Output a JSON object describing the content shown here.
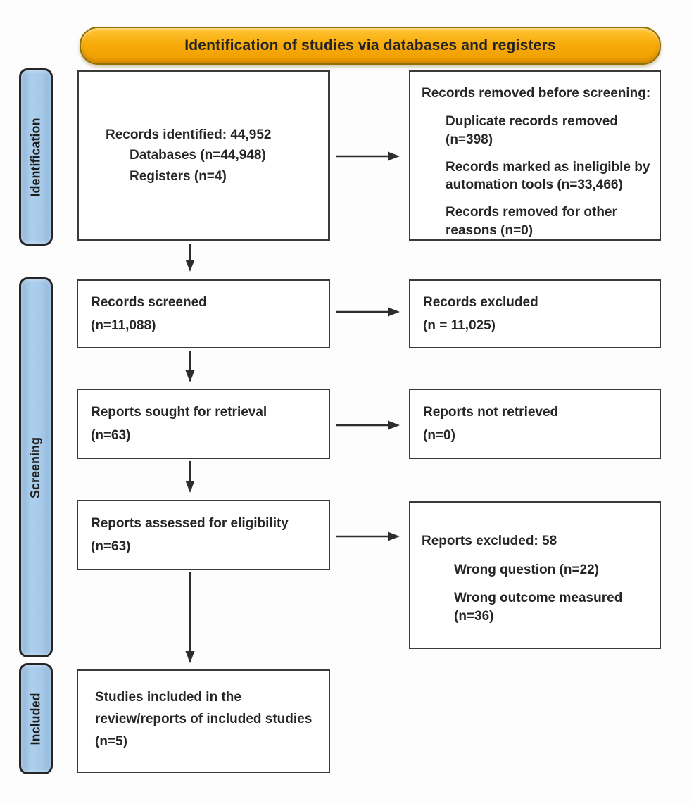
{
  "banner": {
    "title": "Identification of studies via databases and registers"
  },
  "stages": {
    "identification": "Identification",
    "screening": "Screening",
    "included": "Included"
  },
  "boxes": {
    "records_identified": {
      "line1": "Records identified: 44,952",
      "line2": "Databases (n=44,948)",
      "line3": "Registers (n=4)"
    },
    "records_removed": {
      "title": "Records removed before screening:",
      "items": [
        "Duplicate records removed (n=398)",
        "Records marked as ineligible by automation tools (n=33,466)",
        "Records removed for other reasons (n=0)"
      ]
    },
    "records_screened": {
      "line1": "Records screened",
      "line2": "(n=11,088)"
    },
    "records_excluded": {
      "line1": "Records excluded",
      "line2": "(n = 11,025)"
    },
    "reports_sought": {
      "line1": "Reports sought for retrieval",
      "line2": "(n=63)"
    },
    "reports_not_retrieved": {
      "line1": "Reports not retrieved",
      "line2": "(n=0)"
    },
    "reports_assessed": {
      "line1": "Reports assessed for eligibility",
      "line2": "(n=63)"
    },
    "reports_excluded": {
      "title": "Reports excluded: 58",
      "items": [
        "Wrong question (n=22)",
        "Wrong outcome measured (n=36)"
      ]
    },
    "studies_included": {
      "text": "Studies included in the review/reports of included studies (n=5)"
    }
  },
  "colors": {
    "banner_fill": "#F7A90A",
    "banner_border": "#8F6F00",
    "stage_fill": "#A9CBEA",
    "stage_border": "#262626",
    "box_border": "#3A3A3A",
    "arrow": "#2D2D2D"
  }
}
